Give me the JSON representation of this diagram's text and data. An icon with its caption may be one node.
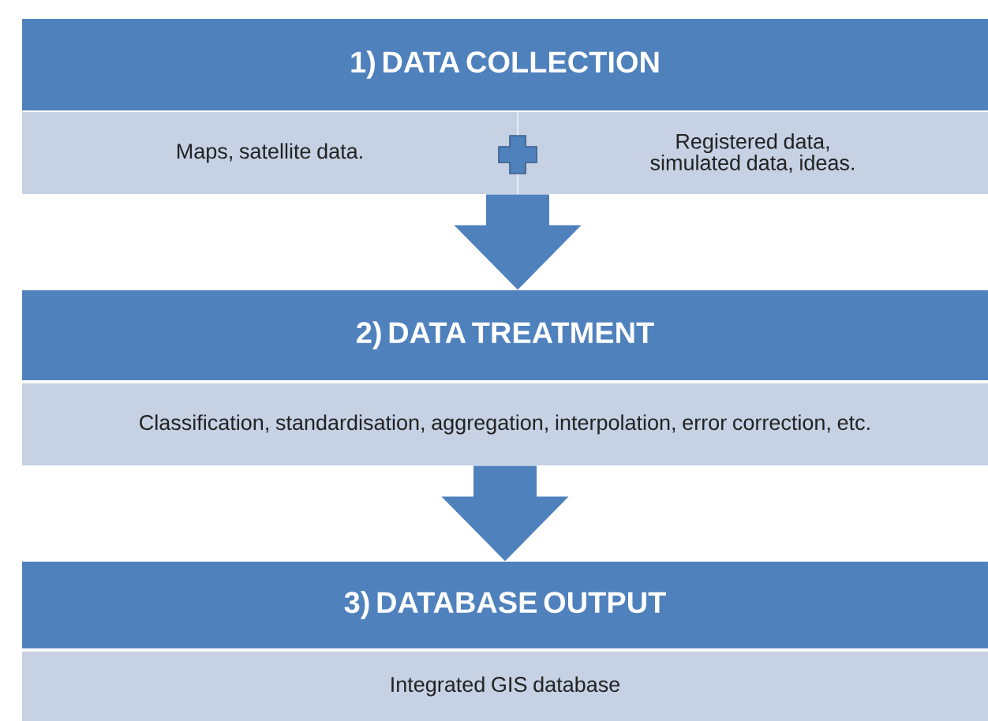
{
  "diagram": {
    "nodes": [
      {
        "text": [
          "1) DATA COLLECTION"
        ]
      },
      {
        "text": [
          "Maps, satellite data."
        ]
      },
      {
        "text": [
          "Registered data, simulated data, ideas."
        ]
      },
      {
        "text": [
          "2) DATA TREATMENT"
        ]
      },
      {
        "text": [
          "Classification, standardisation, aggregation, interpolation, error correction, etc."
        ]
      },
      {
        "text": [
          "3) DATABASE OUTPUT"
        ]
      },
      {
        "text": [
          "Integrated GIS database"
        ]
      }
    ],
    "edges": [
      {
        "from": 1,
        "to": 3,
        "arrow": "to"
      },
      {
        "from": 2,
        "to": 3,
        "arrow": "to"
      },
      {
        "from": 4,
        "to": 5,
        "arrow": "to"
      }
    ]
  }
}
